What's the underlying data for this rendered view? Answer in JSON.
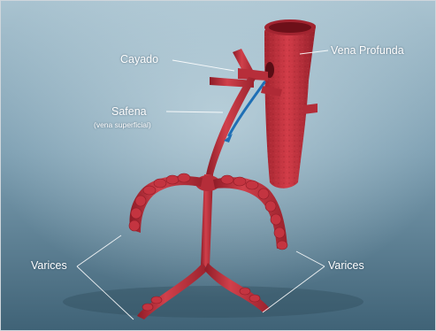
{
  "labels": {
    "cayado": "Cayado",
    "vena_profunda": "Vena Profunda",
    "safena": "Safena",
    "safena_sub": "(vena superficial)",
    "varices_left": "Varices",
    "varices_right": "Varices"
  },
  "colors": {
    "background_top": "#98b6c6",
    "background_bottom": "#3f6276",
    "vein_red": "#c8323e",
    "vein_dark": "#8e1c27",
    "flow_arrow": "#1f6fb5",
    "label_text": "#ffffff"
  },
  "icons": {
    "flow": "blood-flow-arrow"
  }
}
